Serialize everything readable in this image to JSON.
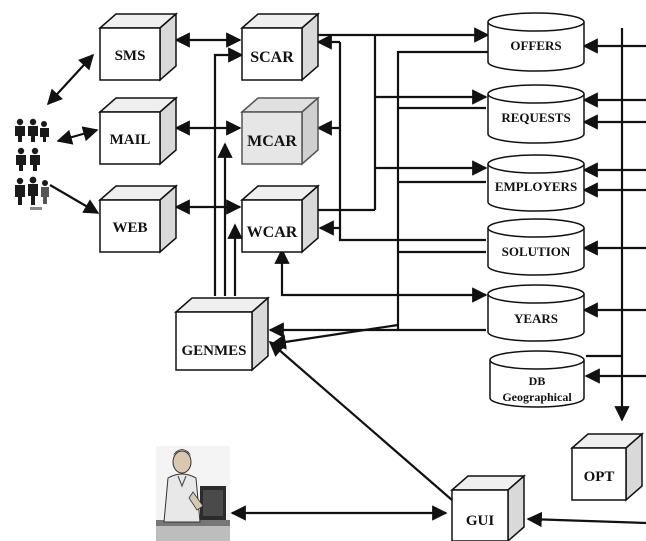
{
  "boxes": {
    "sms": "SMS",
    "mail": "MAIL",
    "web": "WEB",
    "scar": "SCAR",
    "mcar": "MCAR",
    "wcar": "WCAR",
    "genmes": "GENMES",
    "opt": "OPT",
    "gui": "GUI"
  },
  "databases": {
    "offers": "OFFERS",
    "requests": "REQUESTS",
    "employers": "EMPLOYERS",
    "solution": "SOLUTION",
    "years": "YEARS",
    "dbgeo_line1": "DB",
    "dbgeo_line2": "Geographical"
  },
  "icons": {
    "users": "people-group-icon",
    "operator": "operator-at-computer-icon"
  },
  "colors": {
    "stroke": "#111111",
    "box_side": "#d9d9d9",
    "box_top": "#efefef",
    "mcar_face": "#e6e6e6"
  }
}
